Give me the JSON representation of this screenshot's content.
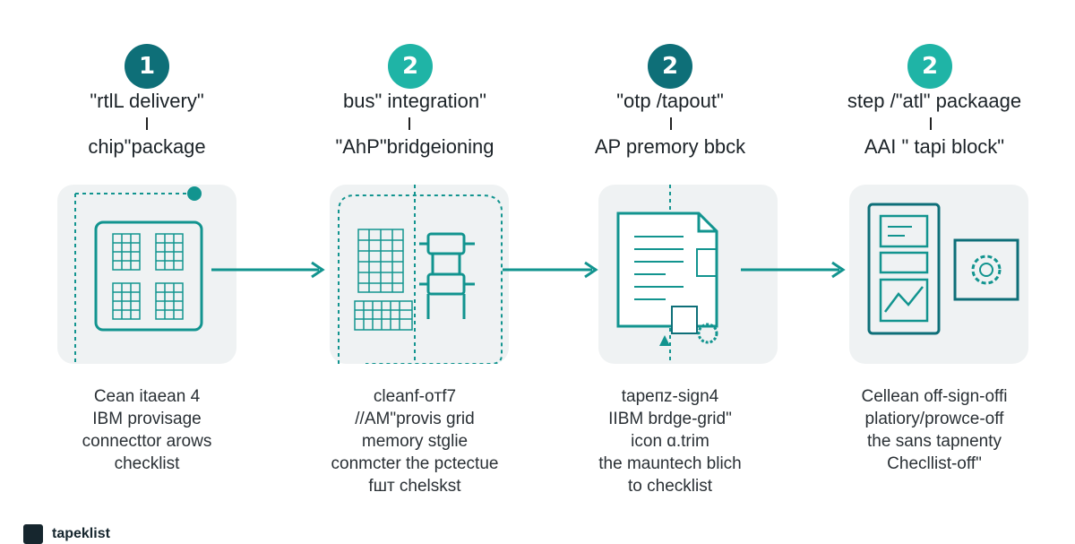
{
  "colors": {
    "teal": "#12948f",
    "teal_dark": "#0e6f78",
    "card_bg": "#eff2f3",
    "text": "#1c2328"
  },
  "steps": [
    {
      "number": "1",
      "title_line1": "\"rtlL delivery\"",
      "title_line2": "chip\"package",
      "icon": "chip-icon",
      "description": [
        "Cean itaean 4",
        "IBM provisage",
        "connecttor arows",
        "checklist"
      ]
    },
    {
      "number": "2",
      "title_line1": "bus\" integration\"",
      "title_line2": "\"AhP\"bridgeioning",
      "icon": "grid-bridge-icon",
      "description": [
        "cleanf-oтf7",
        "//AM\"provis grid",
        "memory stglie",
        "conmcter the pctectue",
        "fшт chelskst"
      ]
    },
    {
      "number": "2",
      "title_line1": "\"otp /tapout\"",
      "title_line2": "AP premory bbck",
      "icon": "document-icon",
      "description": [
        "tapeпz-sign4",
        "IIBM brdge-grid\"",
        "icon ɑ.trim",
        "the mauntech blich",
        "to checklist"
      ]
    },
    {
      "number": "2",
      "title_line1": "step /\"atl\" packaage",
      "title_line2": "AAI \" tapi block\"",
      "icon": "dashboard-gear-icon",
      "description": [
        "Cellean off-sign-offi",
        "platiory/prowce-off",
        "the sans tapnenty",
        "Checllist-off\""
      ]
    }
  ],
  "footer": {
    "logo_text": "tapeklist"
  }
}
